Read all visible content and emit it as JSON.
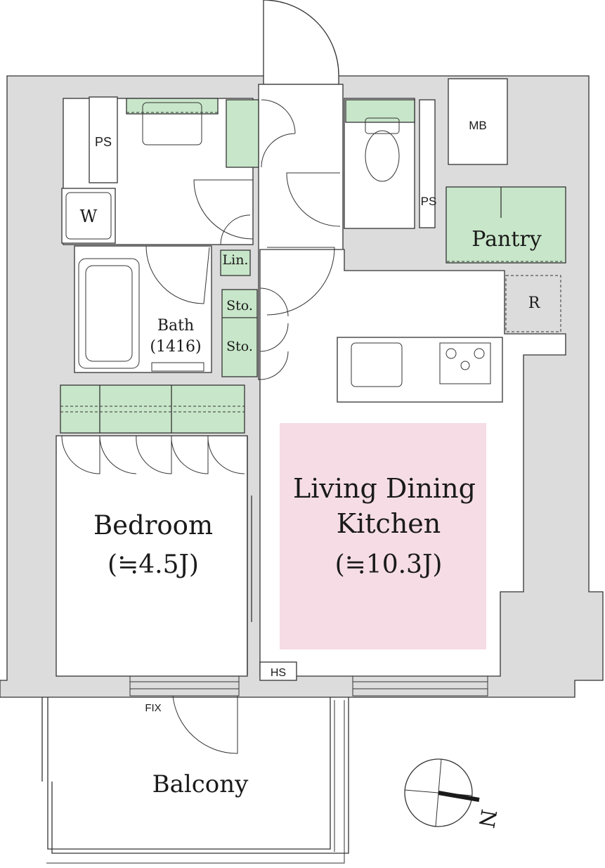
{
  "rooms": {
    "ldk_line1": "Living Dining",
    "ldk_line2": "Kitchen",
    "ldk_size": "(≒10.3J)",
    "bedroom": "Bedroom",
    "bedroom_size": "(≒4.5J)",
    "bath": "Bath",
    "bath_size": "(1416)",
    "balcony": "Balcony",
    "pantry": "Pantry"
  },
  "fixtures": {
    "ps_top": "PS",
    "ps_mid": "PS",
    "mb": "MB",
    "washer": "W",
    "linen": "Lin.",
    "storage1": "Sto.",
    "storage2": "Sto.",
    "refrigerator": "R",
    "hs": "HS",
    "fix": "FIX"
  },
  "compass": {
    "north": "N"
  },
  "colors": {
    "wall": "#dcdcdc",
    "storage_green": "#c8e6c9",
    "ldk_pink": "#f5dce5",
    "line": "#333333"
  }
}
